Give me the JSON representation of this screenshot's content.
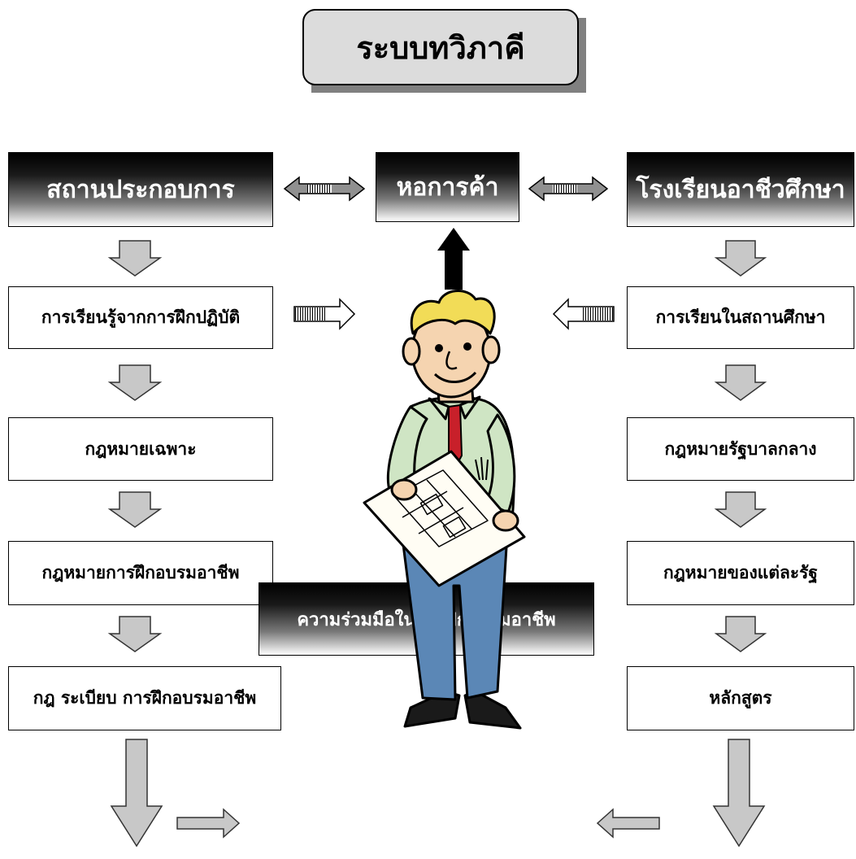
{
  "title": "ระบบทวิภาคี",
  "top_boxes": {
    "left": "สถานประกอบการ",
    "center": "หอการค้า",
    "right": "โรงเรียนอาชีวศึกษา"
  },
  "left_column": [
    "การเรียนรู้จากการฝึกปฏิบัติ",
    "กฎหมายเฉพาะ",
    "กฎหมายการฝึกอบรมอาชีพ",
    "กฎ ระเบียบ การฝึกอบรมอาชีพ"
  ],
  "right_column": [
    "การเรียนในสถานศึกษา",
    "กฎหมายรัฐบาลกลาง",
    "กฎหมายของแต่ละรัฐ",
    "หลักสูตร"
  ],
  "bottom_box": "ความร่วมมือในการฝึกอบรมอาชีพ",
  "colors": {
    "box_dark": "#000000",
    "arrow_fill": "#c8c8c8",
    "shirt": "#cfe5c4",
    "pants": "#5b87b6",
    "tie": "#c8202a",
    "hair": "#f2dc57"
  }
}
